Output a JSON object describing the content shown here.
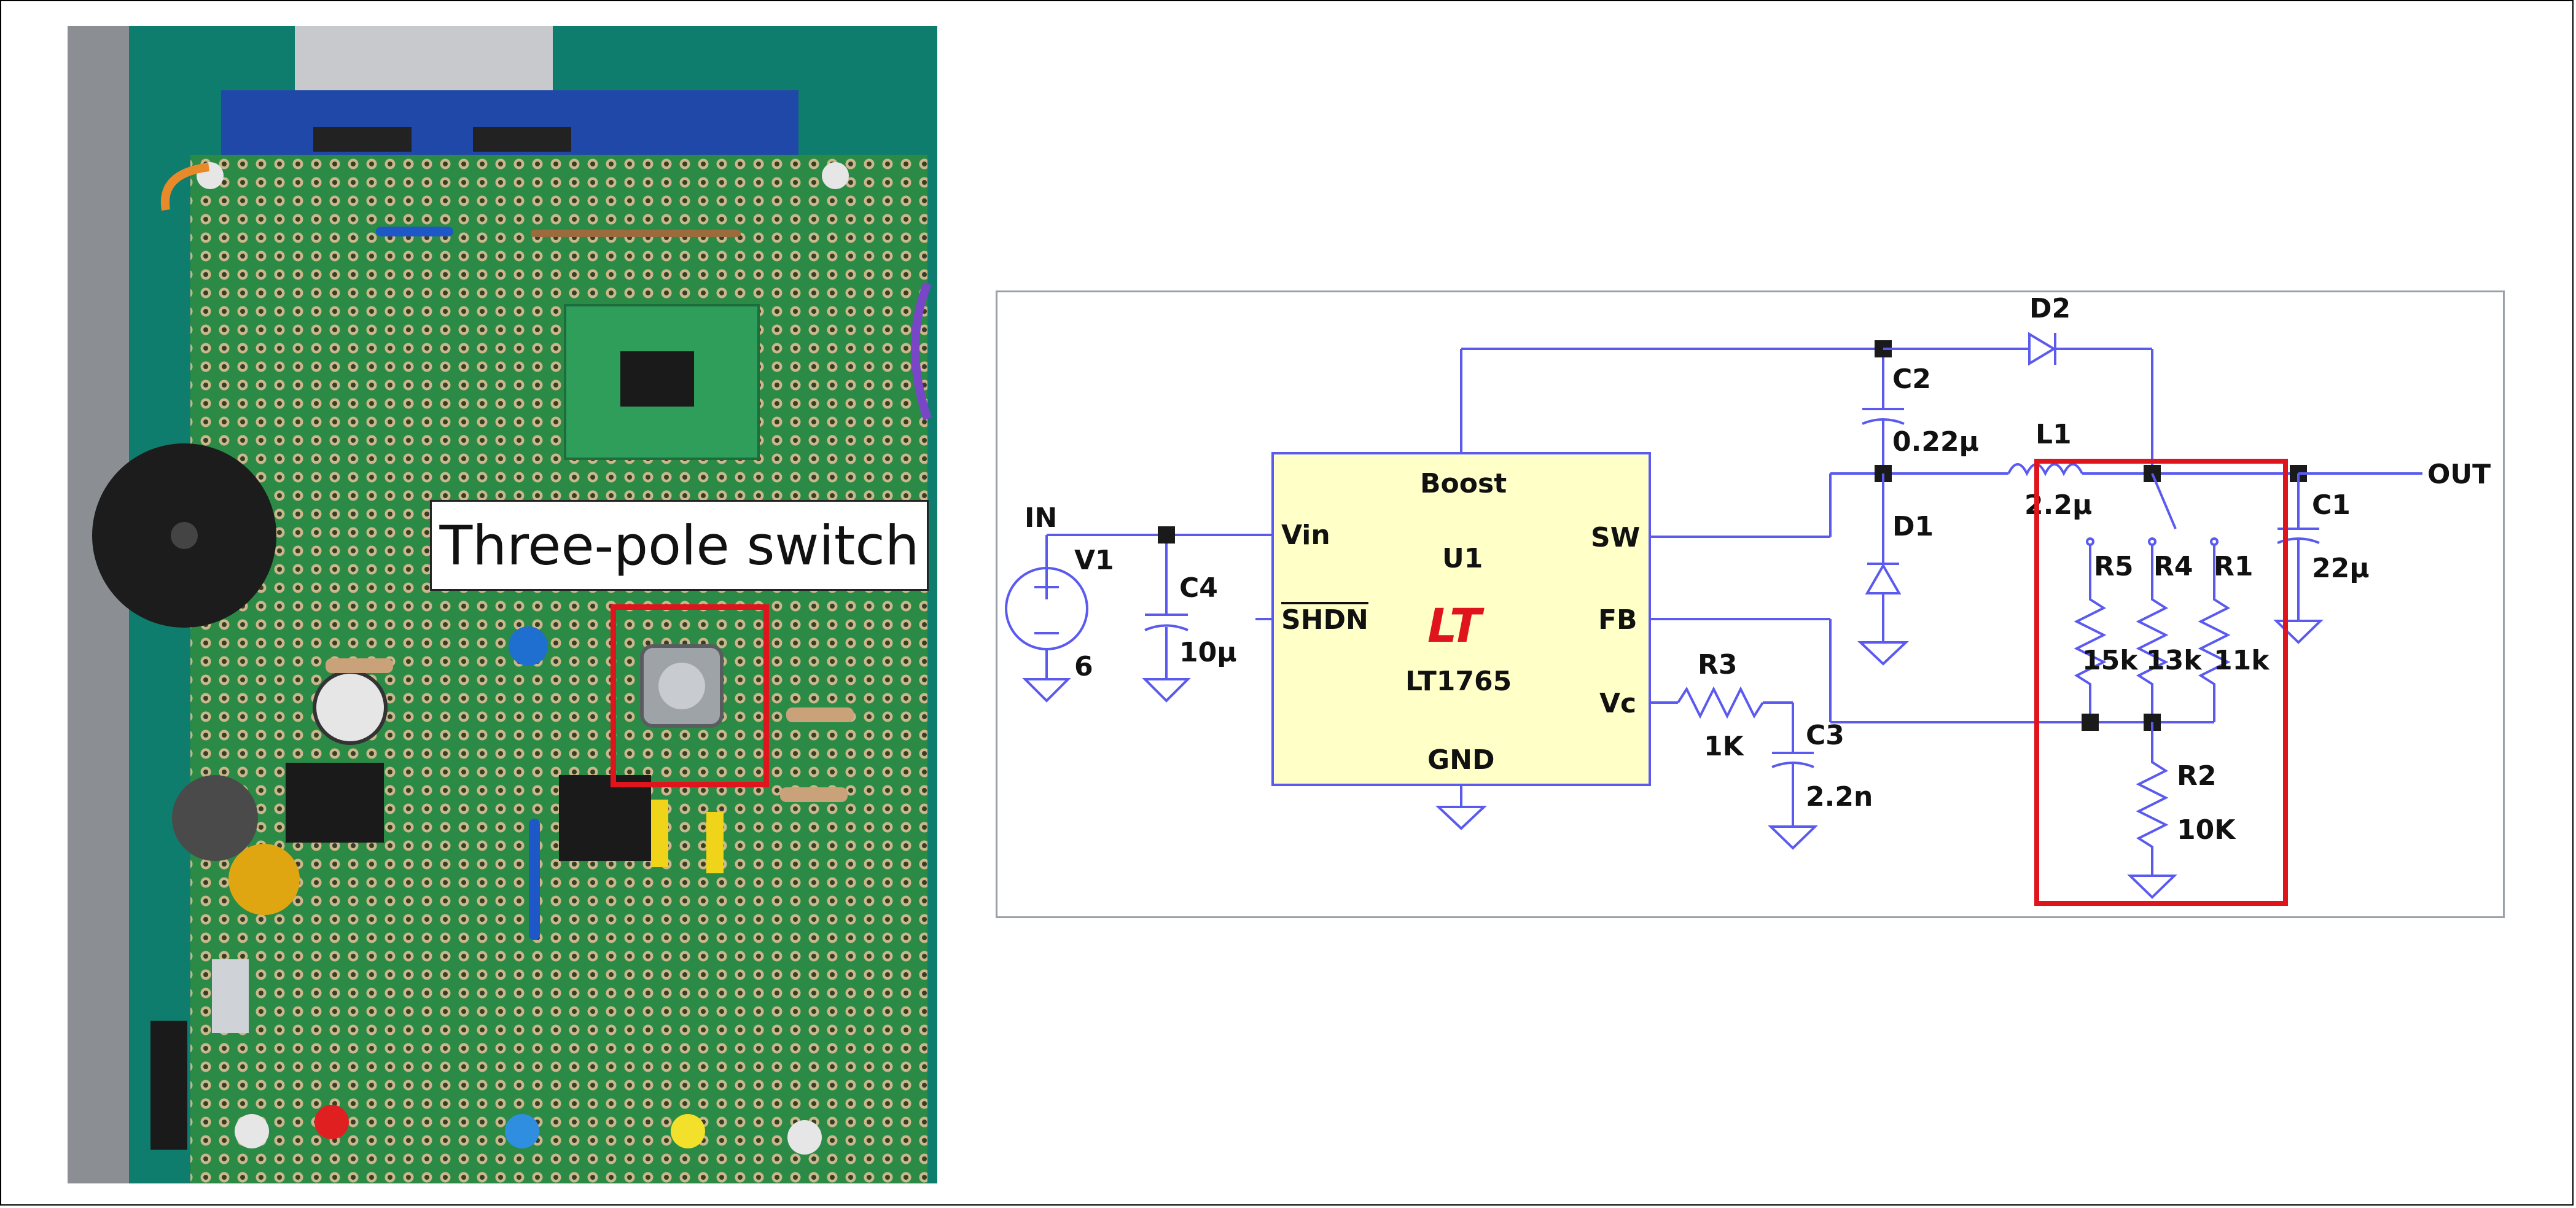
{
  "photo": {
    "callout_text": "Three-pole switch",
    "highlight_color": "#e0141c"
  },
  "schematic": {
    "chip": {
      "pins": {
        "boost": "Boost",
        "vin": "Vin",
        "shdn": "SHDN",
        "gnd": "GND",
        "sw": "SW",
        "fb": "FB",
        "vc": "Vc"
      },
      "ref": "U1",
      "part": "LT1765",
      "logo": "LT",
      "fill": "#ffffc8"
    },
    "labels": {
      "in": "IN",
      "out": "OUT"
    },
    "components": {
      "v1": {
        "name": "V1",
        "value": "6"
      },
      "c4": {
        "name": "C4",
        "value": "10µ"
      },
      "c2": {
        "name": "C2",
        "value": "0.22µ"
      },
      "d2": {
        "name": "D2"
      },
      "d1": {
        "name": "D1"
      },
      "l1": {
        "name": "L1",
        "value": "2.2µ"
      },
      "c1": {
        "name": "C1",
        "value": "22µ"
      },
      "r3": {
        "name": "R3",
        "value": "1K"
      },
      "c3": {
        "name": "C3",
        "value": "2.2n"
      },
      "r5": {
        "name": "R5",
        "value": "15k"
      },
      "r4": {
        "name": "R4",
        "value": "13k"
      },
      "r1": {
        "name": "R1",
        "value": "11k"
      },
      "r2": {
        "name": "R2",
        "value": "10K"
      }
    },
    "wire_color": "#5a5af0",
    "junction_color": "#1a1aff",
    "highlight_color": "#e0141c"
  }
}
